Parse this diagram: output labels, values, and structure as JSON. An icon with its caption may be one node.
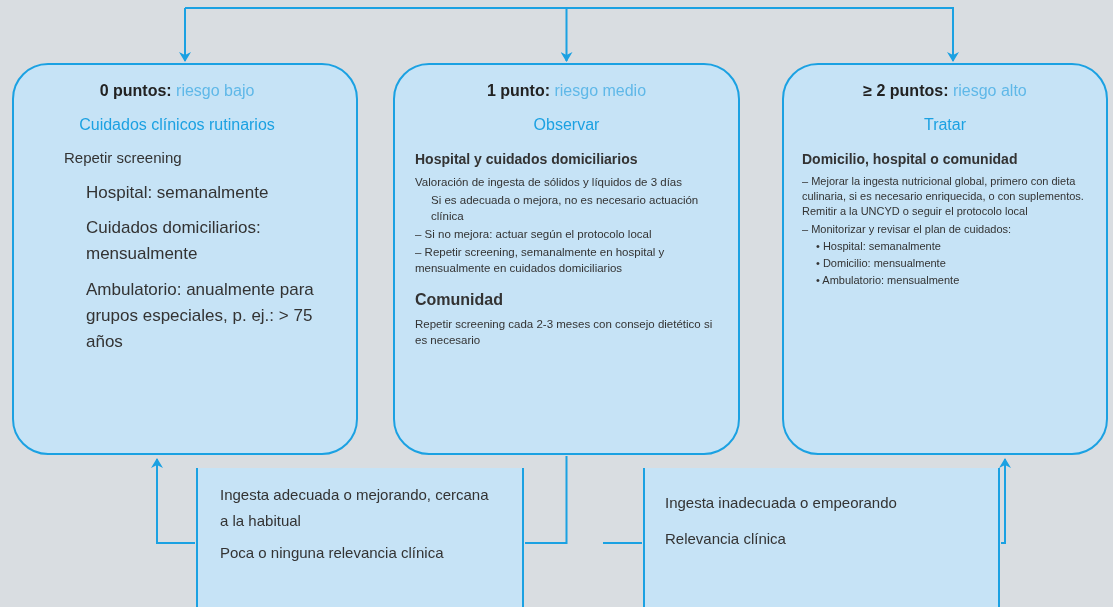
{
  "diagram": {
    "nodes": [
      {
        "text": [
          "**0 puntos:** riesgo bajo",
          "Cuidados clínicos rutinarios",
          "Repetir screening",
          "Hospital: semanalmente",
          "Cuidados domiciliarios: mensualmente",
          "Ambulatorio: anualmente para grupos especiales, p. ej.: > 75 años"
        ]
      },
      {
        "text": [
          "**1 punto:** riesgo medio",
          "Observar",
          "Hospital y cuidados domiciliarios",
          "Valoración de ingesta de sólidos y líquidos de 3 días",
          "Si es adecuada o mejora, no es necesario actuación clínica",
          "– Si no mejora: actuar según el protocolo local",
          "– Repetir screening, semanalmente en hospital y mensualmente en cuidados domiciliarios",
          "Comunidad",
          "Repetir screening cada 2-3 meses con consejo dietético si es necesario"
        ]
      },
      {
        "text": [
          "**≥ 2 puntos:** riesgo alto",
          "Tratar",
          "Domicilio, hospital o comunidad",
          "– Mejorar la ingesta nutricional global, primero con dieta culinaria, si es necesario enriquecida, o con suplementos. Remitir a la UNCYD o seguir el protocolo local",
          "– Monitorizar y revisar el plan de cuidados:",
          "• Hospital: semanalmente",
          "• Domicilio: mensualmente",
          "• Ambulatorio: mensualmente"
        ]
      },
      {
        "text": [
          "Ingesta adecuada o mejorando, cercana a la habitual",
          "Poca o ninguna relevancia clínica"
        ]
      },
      {
        "text": [
          "Ingesta inadecuada o empeorando",
          "Relevancia clínica"
        ]
      }
    ],
    "edges": [
      {
        "from": null,
        "to": 0,
        "arrow": "to"
      },
      {
        "from": null,
        "to": 1,
        "arrow": "to"
      },
      {
        "from": null,
        "to": 2,
        "arrow": "to"
      },
      {
        "from": 1,
        "to": 3,
        "arrow": "none"
      },
      {
        "from": 3,
        "to": 0,
        "arrow": "to"
      },
      {
        "from": null,
        "to": 4,
        "arrow": "none"
      },
      {
        "from": 4,
        "to": 2,
        "arrow": "to"
      }
    ]
  }
}
